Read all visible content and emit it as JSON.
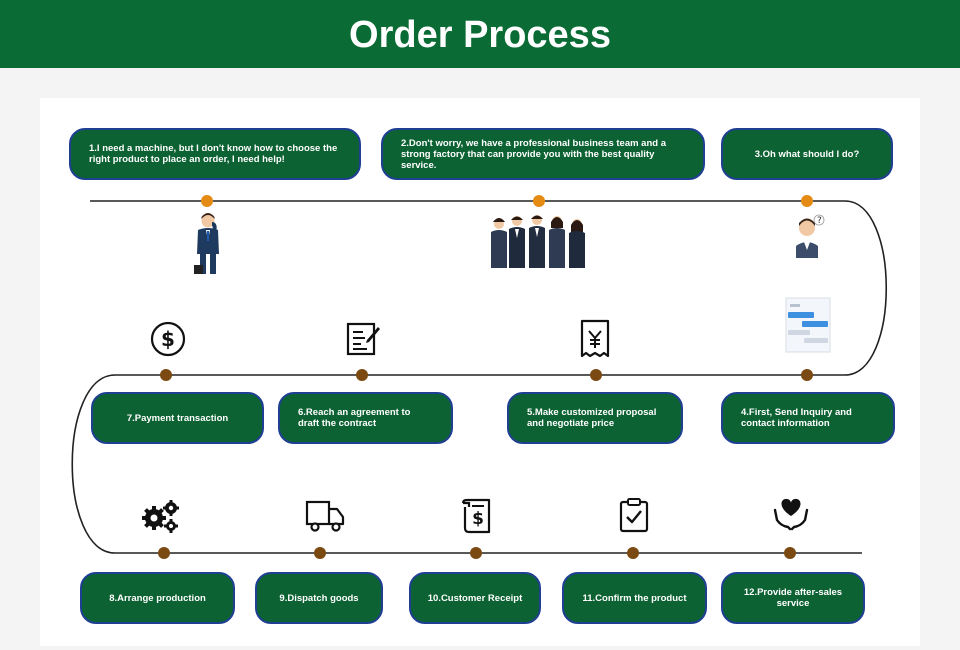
{
  "header": {
    "title": "Order Process"
  },
  "steps": {
    "s1": "1.I need a machine, but I don't know how to choose the right product to place an order, I need help!",
    "s2": "2.Don't worry, we have a professional business team and a strong factory that can provide you with the best quality service.",
    "s3": "3.Oh what should I do?",
    "s4": "4.First, Send Inquiry and contact information",
    "s5": "5.Make customized proposal and negotiate price",
    "s6": "6.Reach an agreement to draft the contract",
    "s7": "7.Payment transaction",
    "s8": "8.Arrange production",
    "s9": "9.Dispatch goods",
    "s10": "10.Customer Receipt",
    "s11": "11.Confirm the product",
    "s12": "12.Provide after-sales service"
  },
  "colors": {
    "header": "#0b6b35",
    "box": "#0d6233",
    "box_border": "#1f3f93",
    "dot_orange": "#e58b14",
    "dot_brown": "#7a4a12"
  },
  "icons": [
    "businessman-icon",
    "business-team-icon",
    "confused-person-icon",
    "chat-inquiry-icon",
    "yen-receipt-icon",
    "contract-icon",
    "dollar-coin-icon",
    "gears-icon",
    "delivery-truck-icon",
    "receipt-icon",
    "checklist-icon",
    "heart-hand-icon"
  ]
}
